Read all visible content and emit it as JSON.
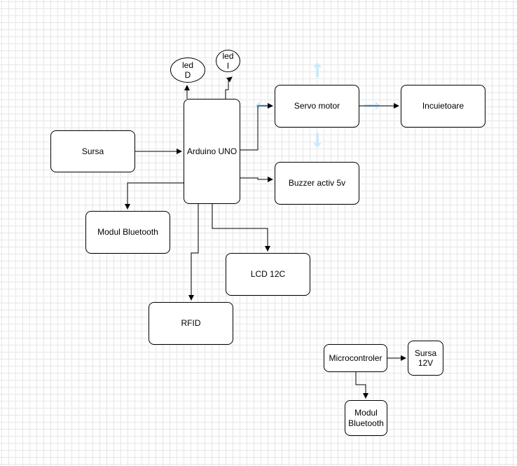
{
  "diagram": {
    "nodes": {
      "sursa": "Sursa",
      "arduino": "Arduino UNO",
      "led_d": "led\nD",
      "led_l": "led\nl",
      "servo": "Servo motor",
      "incuietoare": "Incuietoare",
      "buzzer": "Buzzer activ 5v",
      "bluetooth": "Modul Bluetooth",
      "lcd": "LCD 12C",
      "rfid": "RFID",
      "microcontroler": "Microcontroler",
      "sursa12": "Sursa\n12V",
      "bluetooth2": "Modul\nBluetooth"
    },
    "edge_color": "#000000",
    "hover_arrow_color": "#bfe3f7"
  }
}
